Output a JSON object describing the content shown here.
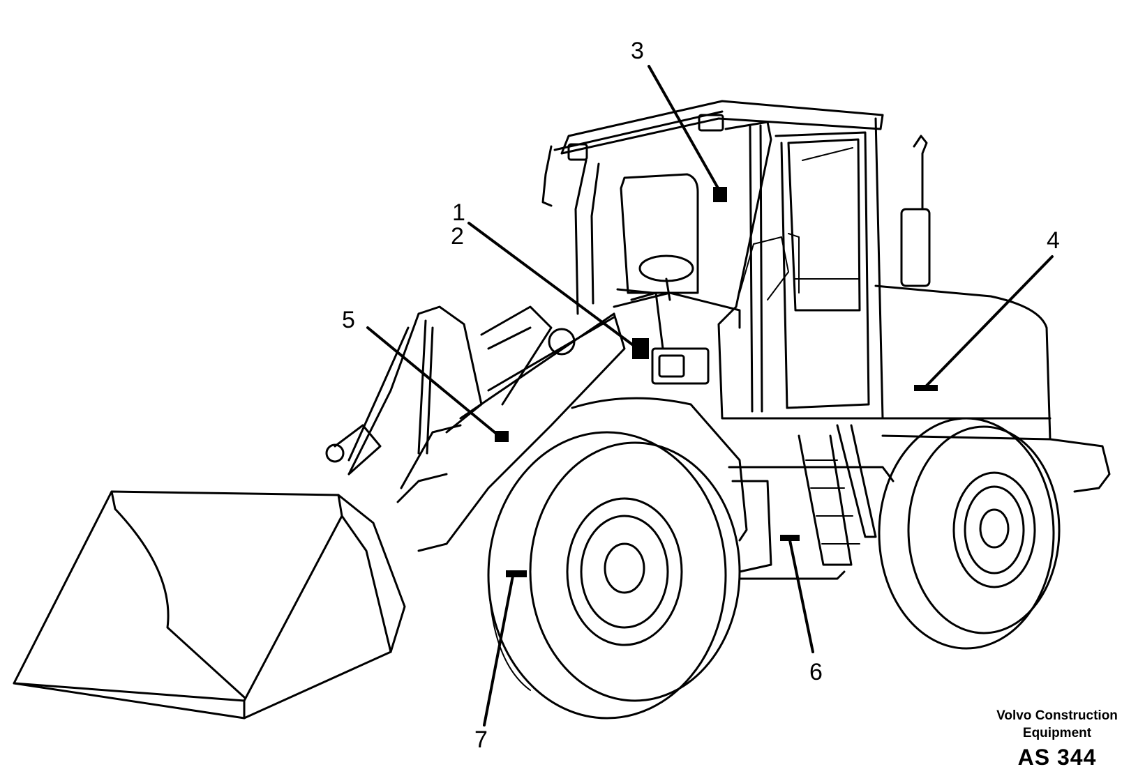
{
  "callouts": [
    {
      "label": "1"
    },
    {
      "label": "2"
    },
    {
      "label": "3"
    },
    {
      "label": "4"
    },
    {
      "label": "5"
    },
    {
      "label": "6"
    },
    {
      "label": "7"
    }
  ],
  "credit": {
    "line1": "Volvo Construction",
    "line2": "Equipment",
    "code": "AS 344"
  }
}
